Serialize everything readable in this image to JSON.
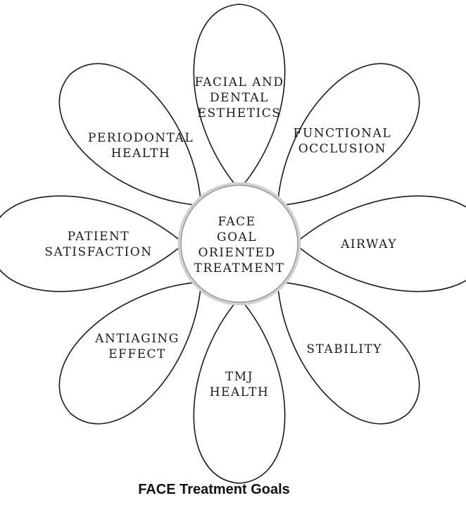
{
  "center": {
    "lines": [
      "FACE",
      "GOAL",
      "ORIENTED",
      "TREATMENT"
    ]
  },
  "petals": [
    {
      "lines": [
        "FACIAL AND",
        "DENTAL",
        "ESTHETICS"
      ]
    },
    {
      "lines": [
        "FUNCTIONAL",
        "OCCLUSION"
      ]
    },
    {
      "lines": [
        "AIRWAY"
      ]
    },
    {
      "lines": [
        "STABILITY"
      ]
    },
    {
      "lines": [
        "TMJ",
        "HEALTH"
      ]
    },
    {
      "lines": [
        "ANTIAGING",
        "EFFECT"
      ]
    },
    {
      "lines": [
        "PATIENT",
        "SATISFACTION"
      ]
    },
    {
      "lines": [
        "PERIODONTAL",
        "HEALTH"
      ]
    }
  ],
  "caption": "FACE Treatment Goals"
}
